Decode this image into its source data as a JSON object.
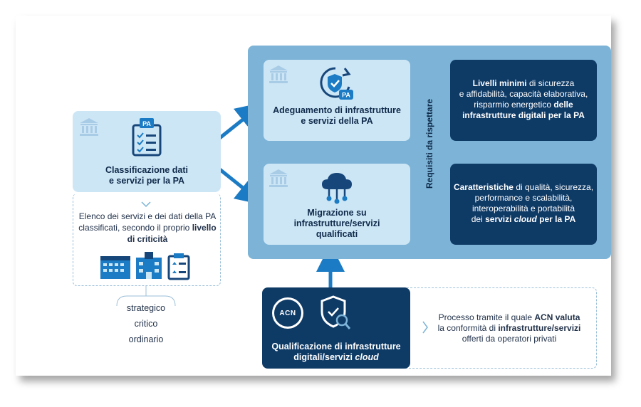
{
  "colors": {
    "panel": "#7cb3d6",
    "light_box": "#cde6f6",
    "dark_box": "#0e3a66",
    "arrow": "#1b7bc4",
    "icon": "#17467a"
  },
  "left_card": {
    "title_line1": "Classificazione dati",
    "title_line2": "e servizi per la PA",
    "badge": "PA"
  },
  "left_description": {
    "line1": "Elenco dei servizi e dei dati della PA",
    "line2": "classificati, secondo il proprio",
    "line2_bold": "livello",
    "line3_bold": "di criticità"
  },
  "levels": [
    "strategico",
    "critico",
    "ordinario"
  ],
  "adeguamento": {
    "title_line1": "Adeguamento di infrastrutture",
    "title_line2": "e servizi della PA",
    "badge": "PA"
  },
  "migrazione": {
    "title_line1": "Migrazione su",
    "title_line2": "infrastrutture/servizi",
    "title_line3": "qualificati"
  },
  "requirements_label": "Requisiti da rispettare",
  "requirement_1": {
    "bold1": "Livelli minimi",
    "text1": " di sicurezza",
    "line2": "e affidabilità, capacità elaborativa,",
    "line3_text": "risparmio energetico ",
    "line3_bold": "delle",
    "line4_bold": "infrastrutture digitali per la PA"
  },
  "requirement_2": {
    "bold1": "Caratteristiche",
    "text1": " di qualità, sicurezza,",
    "line2": "performance e scalabilità,",
    "line3": "interoperabilità e portabilità",
    "line4_text": "dei ",
    "line4_bold": "servizi ",
    "line4_bold_italic": "cloud",
    "line4_bold_end": " per la PA"
  },
  "qualificazione": {
    "title_line1": "Qualificazione di infrastrutture",
    "title_line2": "digitali/servizi ",
    "title_italic": "cloud",
    "seal_text": "ACN"
  },
  "process": {
    "line1_text": "Processo tramite il quale ",
    "line1_bold": "ACN valuta",
    "line2_text": "la conformità di ",
    "line2_bold": "infrastrutture/servizi",
    "line3": "offerti da operatori privati"
  }
}
